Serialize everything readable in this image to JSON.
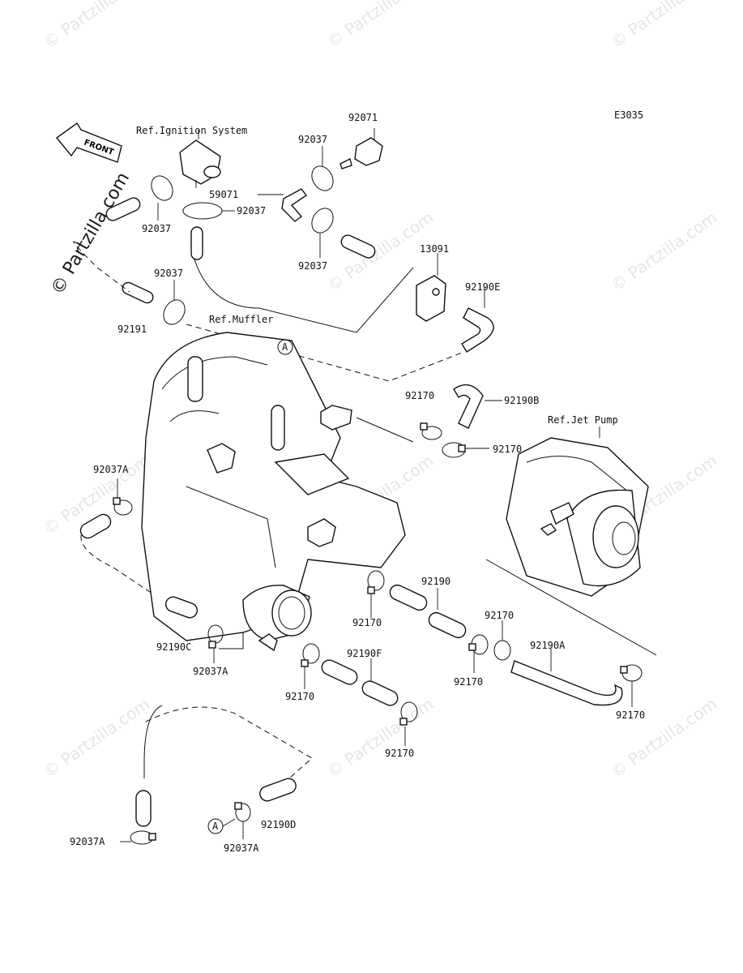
{
  "diagram_code": "E3035",
  "front_label": "FRONT",
  "watermark": "© Partzilla.com",
  "refs": {
    "ignition": "Ref.Ignition System",
    "muffler": "Ref.Muffler",
    "jet_pump": "Ref.Jet Pump"
  },
  "callout_letter": "A",
  "part_numbers": {
    "p92071": "92071",
    "p92037_a": "92037",
    "p59071": "59071",
    "p92037_b": "92037",
    "p92037_c": "92037",
    "p92037_d": "92037",
    "p13091": "13091",
    "p92037_e": "92037",
    "p92190E": "92190E",
    "p92191": "92191",
    "p92170_a": "92170",
    "p92190B": "92190B",
    "p92170_b": "92170",
    "p92037A_a": "92037A",
    "p92190": "92190",
    "p92170_c": "92170",
    "p92170_d": "92170",
    "p92190C": "92190C",
    "p92037A_b": "92037A",
    "p92190F": "92190F",
    "p92190A": "92190A",
    "p92170_e": "92170",
    "p92170_f": "92170",
    "p92170_g": "92170",
    "p92170_h": "92170",
    "p92190D": "92190D",
    "p92037A_c": "92037A",
    "p92037A_d": "92037A"
  }
}
